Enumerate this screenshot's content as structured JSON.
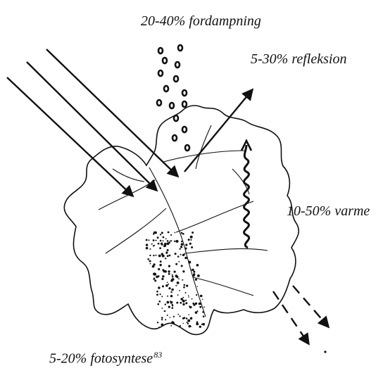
{
  "labels": {
    "evaporation": "20-40% fordampning",
    "reflection": "5-30% refleksion",
    "heat": "10-50% varme",
    "photosynthesis": "5-20% fotosyntese",
    "footnote": "83"
  },
  "colors": {
    "ink": "#111111",
    "background": "#ffffff"
  }
}
